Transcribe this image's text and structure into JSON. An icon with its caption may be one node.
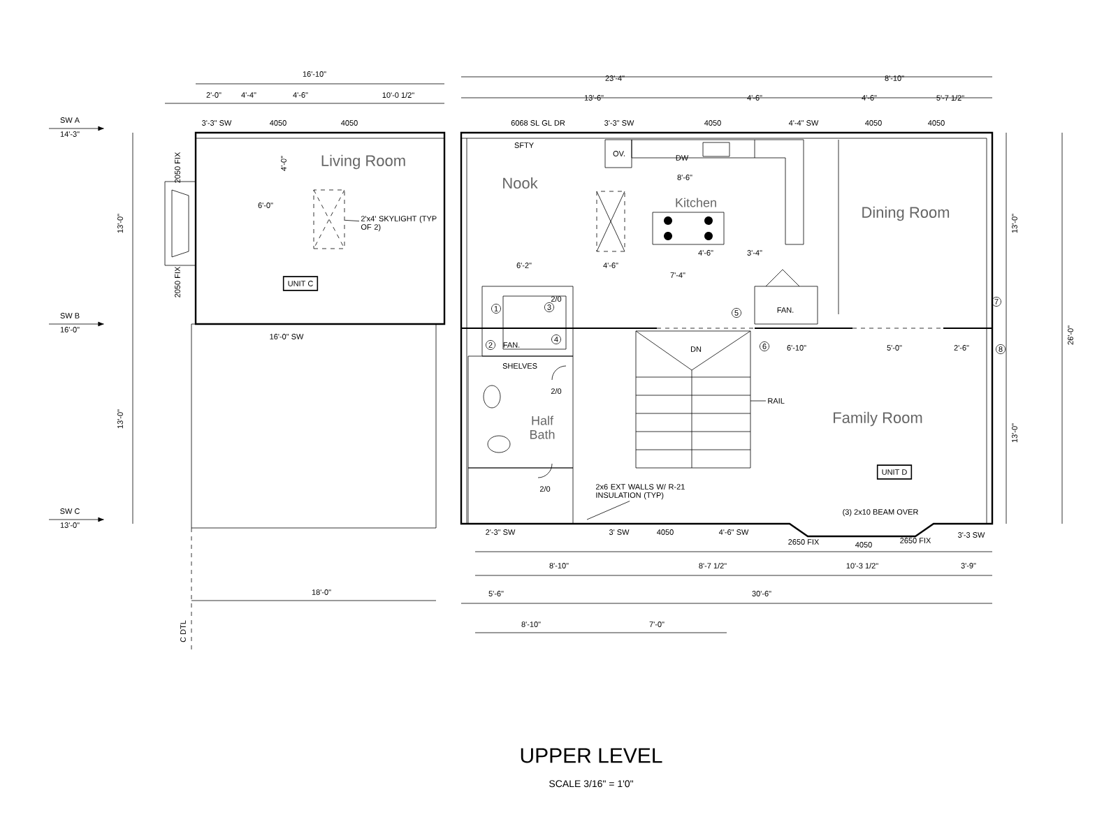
{
  "diagram": {
    "title": "UPPER LEVEL",
    "caption": "SCALE 3/16\" = 1'0\"",
    "nodes": [
      {
        "text": [
          "UNIT C"
        ]
      },
      {
        "text": [
          "UNIT D"
        ]
      },
      {
        "text": [
          "1"
        ]
      },
      {
        "text": [
          "2"
        ]
      },
      {
        "text": [
          "3"
        ]
      },
      {
        "text": [
          "4"
        ]
      },
      {
        "text": [
          "5"
        ]
      },
      {
        "text": [
          "6"
        ]
      },
      {
        "text": [
          "7"
        ]
      },
      {
        "text": [
          "8"
        ]
      },
      {
        "text": [
          "2'x4' SKYLIGHT (TYP OF 2)"
        ]
      },
      {
        "text": [],
        "shape": "box"
      },
      {
        "text": [
          "RAIL"
        ]
      },
      {
        "text": [
          "2x6 EXT WALLS W/ R-21 INSULATION (TYP)"
        ]
      }
    ],
    "edges": [
      {
        "from": 10,
        "to": 11,
        "arrow": "none"
      },
      {
        "from": 12,
        "to": null,
        "arrow": "none"
      },
      {
        "from": 13,
        "to": null,
        "arrow": "none"
      }
    ],
    "labels": [
      "16'-10\"",
      "2'-0\"",
      "4'-4\"",
      "4'-6\"",
      "10'-0 1/2\"",
      "3'-3\" SW",
      "4050",
      "4050",
      "SW A",
      "14'-3\"",
      "4'-0\"",
      "Living Room",
      "6'-0\"",
      "2050 FIX",
      "2050 FIX",
      "SW B",
      "16'-0\"",
      "16'-0\" SW",
      "13'-0\"",
      "13'-0\"",
      "SW C",
      "13'-0\"",
      "18'-0\"",
      "C DTL",
      "23'-4\"",
      "8'-10\"",
      "13'-6\"",
      "4'-6\"",
      "4'-6\"",
      "5'-7 1/2\"",
      "6068 SL GL DR",
      "SFTY",
      "3'-3\" SW",
      "4050",
      "4'-4\" SW",
      "4050",
      "4050",
      "Nook",
      "OV.",
      "DW",
      "8'-6\"",
      "Kitchen",
      "Dining Room",
      "6'-2\"",
      "4'-6\"",
      "7'-4\"",
      "4'-6\"",
      "3'-4\"",
      "FAN.",
      "FAN.",
      "2/0",
      "SHELVES",
      "2/0",
      "Half Bath",
      "2/0",
      "DN",
      "Family Room",
      "(3) 2x10 BEAM OVER",
      "6'-10\"",
      "5'-0\"",
      "2'-6\"",
      "2'-3\" SW",
      "3' SW",
      "4050",
      "4'-6\" SW",
      "2650 FIX",
      "4050",
      "2650 FIX",
      "3'-3 SW",
      "8'-10\"",
      "8'-7 1/2\"",
      "10'-3 1/2\"",
      "3'-9\"",
      "5'-6\"",
      "30'-6\"",
      "8'-10\"",
      "7'-0\"",
      "13'-0\"",
      "13'-0\"",
      "26'-0\""
    ]
  }
}
